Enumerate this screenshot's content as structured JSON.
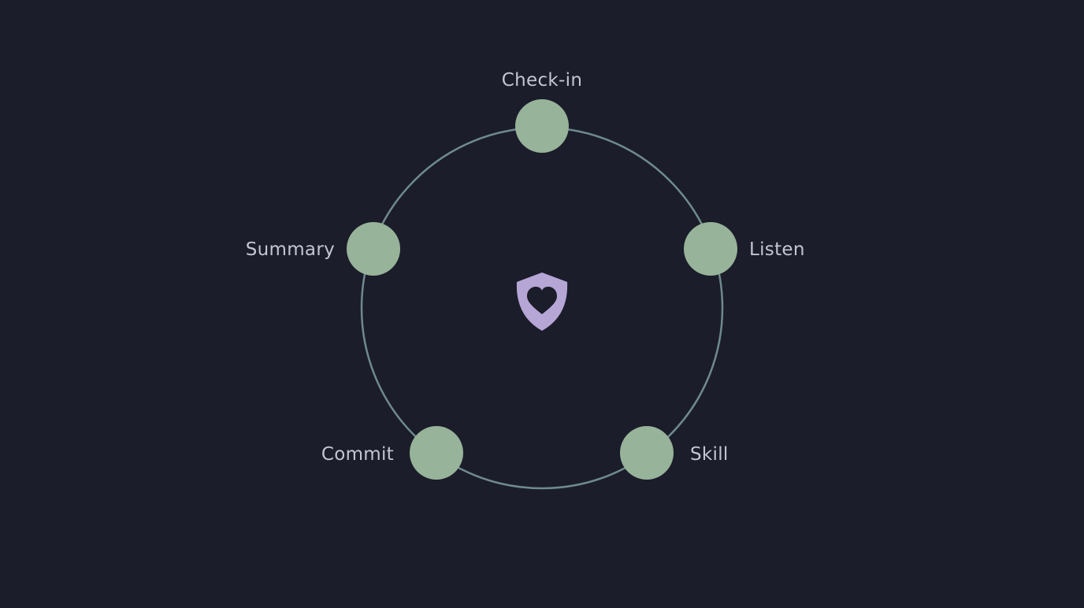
{
  "diagram": {
    "center_icon": "shield-heart-icon",
    "steps": [
      {
        "id": "check-in",
        "label": "Check-in"
      },
      {
        "id": "listen",
        "label": "Listen"
      },
      {
        "id": "skill",
        "label": "Skill"
      },
      {
        "id": "commit",
        "label": "Commit"
      },
      {
        "id": "summary",
        "label": "Summary"
      }
    ]
  },
  "colors": {
    "background": "#1b1d2a",
    "ring": "#6f8a8e",
    "node": "#97b39a",
    "icon": "#b6a6d6",
    "label": "#c3c6d4"
  }
}
